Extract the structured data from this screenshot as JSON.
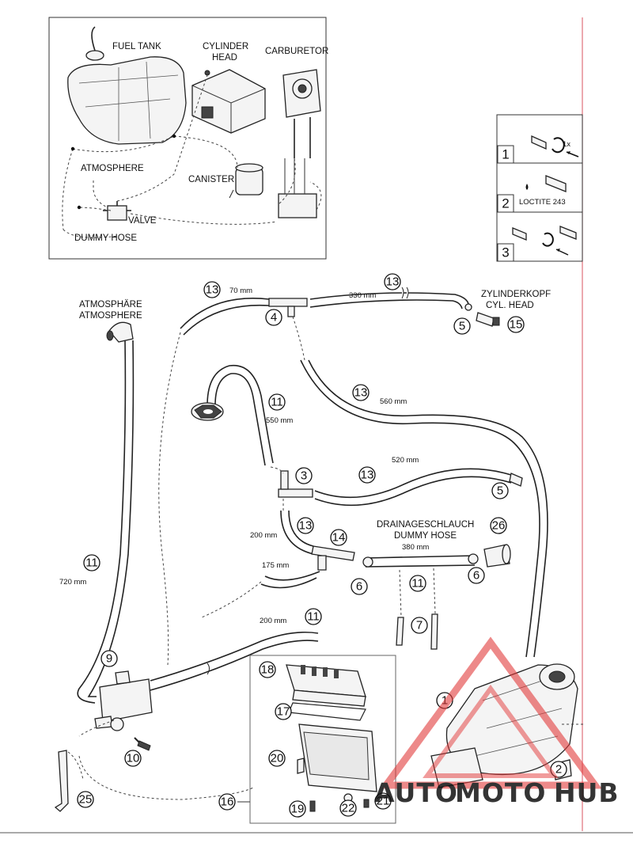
{
  "overview": {
    "labels": {
      "fuel_tank": "FUEL TANK",
      "cylinder_head_1": "CYLINDER",
      "cylinder_head_2": "HEAD",
      "carburetor": "CARBURETOR",
      "atmosphere": "ATMOSPHERE",
      "canister": "CANISTER",
      "valve": "VALVE",
      "dummy_hose": "DUMMY HOSE"
    }
  },
  "steps": {
    "step1": "1",
    "step1_note": "1x",
    "step2": "2",
    "step2_note": "LOCTITE 243",
    "step3": "3"
  },
  "labels": {
    "atmosphere_de": "ATMOSPHÄRE",
    "atmosphere_en": "ATMOSPHERE",
    "cyl_head_de": "ZYLINDERKOPF",
    "cyl_head_en": "CYL. HEAD",
    "drain_de": "DRAINAGESCHLAUCH",
    "drain_en": "DUMMY HOSE"
  },
  "lengths": {
    "l70": "70 mm",
    "l330": "330 mm",
    "l560": "560 mm",
    "l550": "550 mm",
    "l520": "520 mm",
    "l200a": "200 mm",
    "l175": "175 mm",
    "l380": "380 mm",
    "l200b": "200 mm",
    "l720": "720 mm"
  },
  "callouts": {
    "c1": "1",
    "c2": "2",
    "c3": "3",
    "c4": "4",
    "c5a": "5",
    "c5b": "5",
    "c6a": "6",
    "c6b": "6",
    "c7": "7",
    "c9": "9",
    "c10": "10",
    "c11a": "11",
    "c11b": "11",
    "c11c": "11",
    "c11d": "11",
    "c13a": "13",
    "c13b": "13",
    "c13c": "13",
    "c13d": "13",
    "c13e": "13",
    "c14": "14",
    "c15": "15",
    "c16": "16",
    "c17": "17",
    "c18": "18",
    "c19": "19",
    "c20": "20",
    "c21": "21",
    "c22": "22",
    "c25": "25",
    "c26": "26"
  },
  "watermark": {
    "part1": "AUTO",
    "part2": "MOTO",
    "part3": "HUB",
    "colors": {
      "red": "#e23a3a",
      "orange": "#f0a030",
      "gray": "#8a8a8a"
    }
  },
  "colors": {
    "margin_line": "#e0707a"
  }
}
